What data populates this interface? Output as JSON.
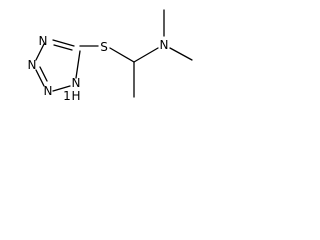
{
  "molecule": {
    "atoms": {
      "sulfur": "S",
      "amine_nitrogen": "N",
      "ring_n1": "N",
      "ring_n2": "N",
      "ring_n3": "N",
      "ring_nh_n": "N",
      "ring_nh_h": "H",
      "ring_nh_locant": "1"
    }
  },
  "colors": {
    "bond": "#000000",
    "label": "#000000",
    "background": "#ffffff"
  }
}
